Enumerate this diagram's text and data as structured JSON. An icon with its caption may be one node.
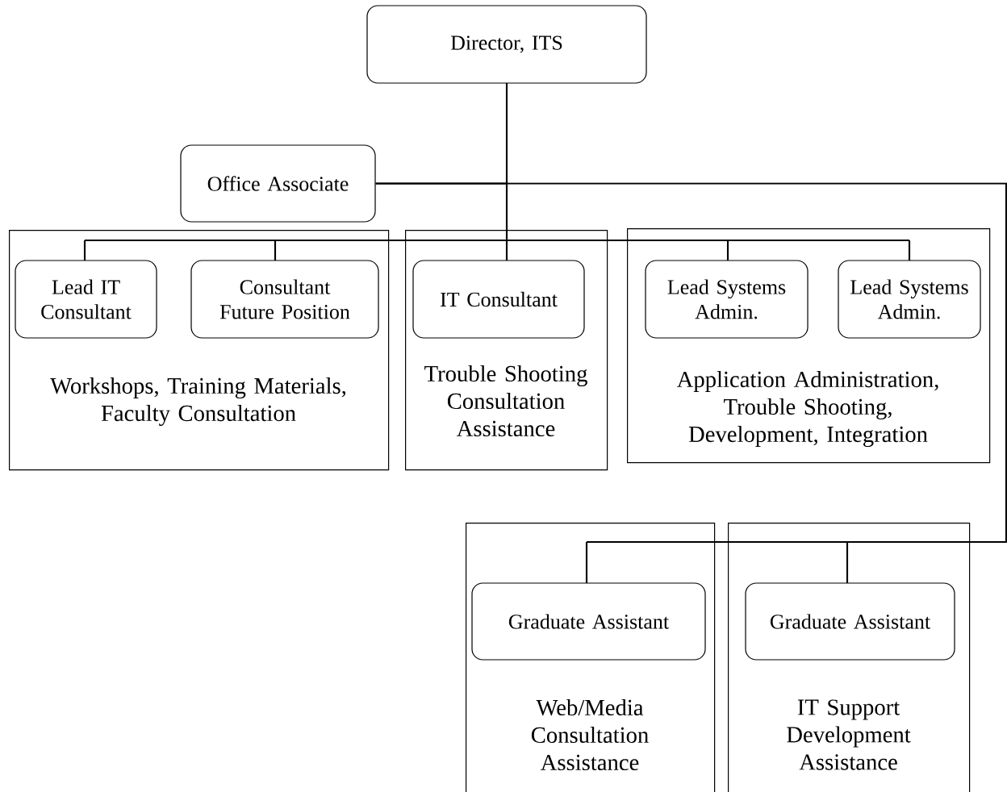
{
  "diagram": {
    "nodes": [
      {
        "text": [
          "Director, ITS"
        ]
      },
      {
        "text": [
          "Office Associate"
        ]
      },
      {
        "text": [
          "Workshops, Training Materials, Faculty Consultation"
        ]
      },
      {
        "text": [
          "Lead IT Consultant"
        ],
        "in": 2
      },
      {
        "text": [
          "Consultant Future Position"
        ],
        "in": 2
      },
      {
        "text": [
          "Trouble Shooting Consultation Assistance"
        ]
      },
      {
        "text": [
          "IT Consultant"
        ],
        "in": 5
      },
      {
        "text": [
          "Application Administration, Trouble Shooting, Development, Integration"
        ]
      },
      {
        "text": [
          "Lead Systems Admin."
        ],
        "in": 7
      },
      {
        "text": [
          "Lead Systems Admin."
        ],
        "in": 7
      },
      {
        "text": [
          "Web/Media Consultation Assistance"
        ]
      },
      {
        "text": [
          "Graduate Assistant"
        ],
        "in": 10
      },
      {
        "text": [
          "IT Support Development Assistance"
        ]
      },
      {
        "text": [
          "Graduate Assistant"
        ],
        "in": 12
      }
    ],
    "edges": [
      {
        "from": 0,
        "to": 1,
        "arrow": "none"
      },
      {
        "from": 0,
        "to": 3,
        "arrow": "none"
      },
      {
        "from": 0,
        "to": 4,
        "arrow": "none"
      },
      {
        "from": 0,
        "to": 6,
        "arrow": "none"
      },
      {
        "from": 0,
        "to": 8,
        "arrow": "none"
      },
      {
        "from": 0,
        "to": 9,
        "arrow": "none"
      },
      {
        "from": 1,
        "to": 11,
        "arrow": "none"
      },
      {
        "from": 1,
        "to": 13,
        "arrow": "none"
      }
    ]
  }
}
